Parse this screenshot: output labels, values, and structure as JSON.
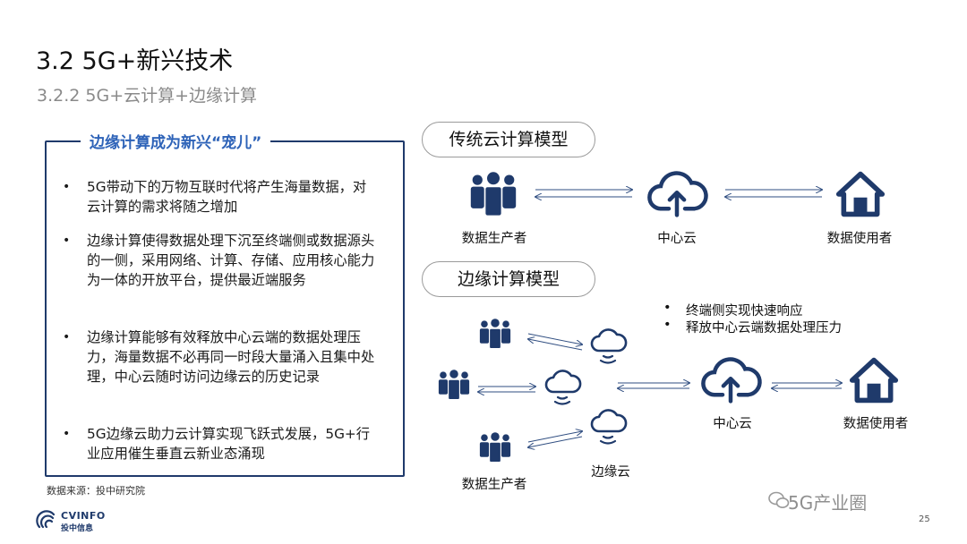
{
  "header": {
    "title": "3.2 5G+新兴技术",
    "subtitle": "3.2.2 5G+云计算+边缘计算"
  },
  "panel": {
    "title": "边缘计算成为新兴“宠儿”",
    "bullet_char": "•",
    "bullets": [
      "5G带动下的万物互联时代将产生海量数据，对云计算的需求将随之增加",
      "边缘计算使得数据处理下沉至终端侧或数据源头的一侧，采用网络、计算、存储、应用核心能力为一体的开放平台，提供最近端服务",
      "边缘计算能够有效释放中心云端的数据处理压力，海量数据不必再同一时段大量涌入且集中处理，中心云随时访问边缘云的历史记录",
      "5G边缘云助力云计算实现飞跃式发展，5G+行业应用催生垂直云新业态涌现"
    ]
  },
  "source": "数据来源：投中研究院",
  "logo": {
    "name": "CVINFO",
    "cn": "投中信息"
  },
  "traditional_model": {
    "title": "传统云计算模型",
    "producer_label": "数据生产者",
    "center_label": "中心云",
    "user_label": "数据使用者"
  },
  "edge_model": {
    "title": "边缘计算模型",
    "notes": [
      "终端侧实现快速响应",
      "释放中心云端数据处理压力"
    ],
    "producer_label": "数据生产者",
    "edge_label": "边缘云",
    "center_label": "中心云",
    "user_label": "数据使用者"
  },
  "watermark": "5G产业圈",
  "page_number": "25",
  "colors": {
    "navy": "#1f3a6b",
    "accent_blue": "#2e63b8",
    "arrow": "#2f4d80"
  }
}
